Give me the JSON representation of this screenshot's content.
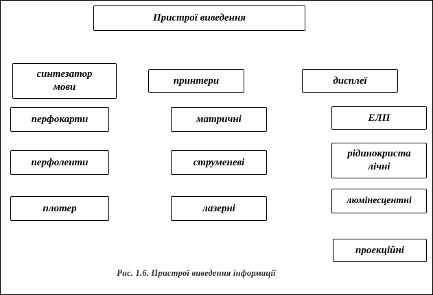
{
  "nodes": {
    "root": "Пристрої виведення",
    "speech_synthesizer": "синтезатор мови",
    "punch_cards": "перфокарти",
    "punch_tapes": "перфоленти",
    "plotter": "плотер",
    "printers": "принтери",
    "matrix": "матричні",
    "inkjet": "струменеві",
    "laser": "лазерні",
    "displays": "дисплеї",
    "crt": "ЕЛП",
    "lcd": "рідинокриста лічні",
    "luminescent": "люмінесцентні",
    "projection": "проекційні"
  },
  "caption": "Рис. 1.6. Пристрої виведення інформації",
  "colors": {
    "border": "#000000",
    "background": "#ffffff",
    "text": "#000000"
  }
}
